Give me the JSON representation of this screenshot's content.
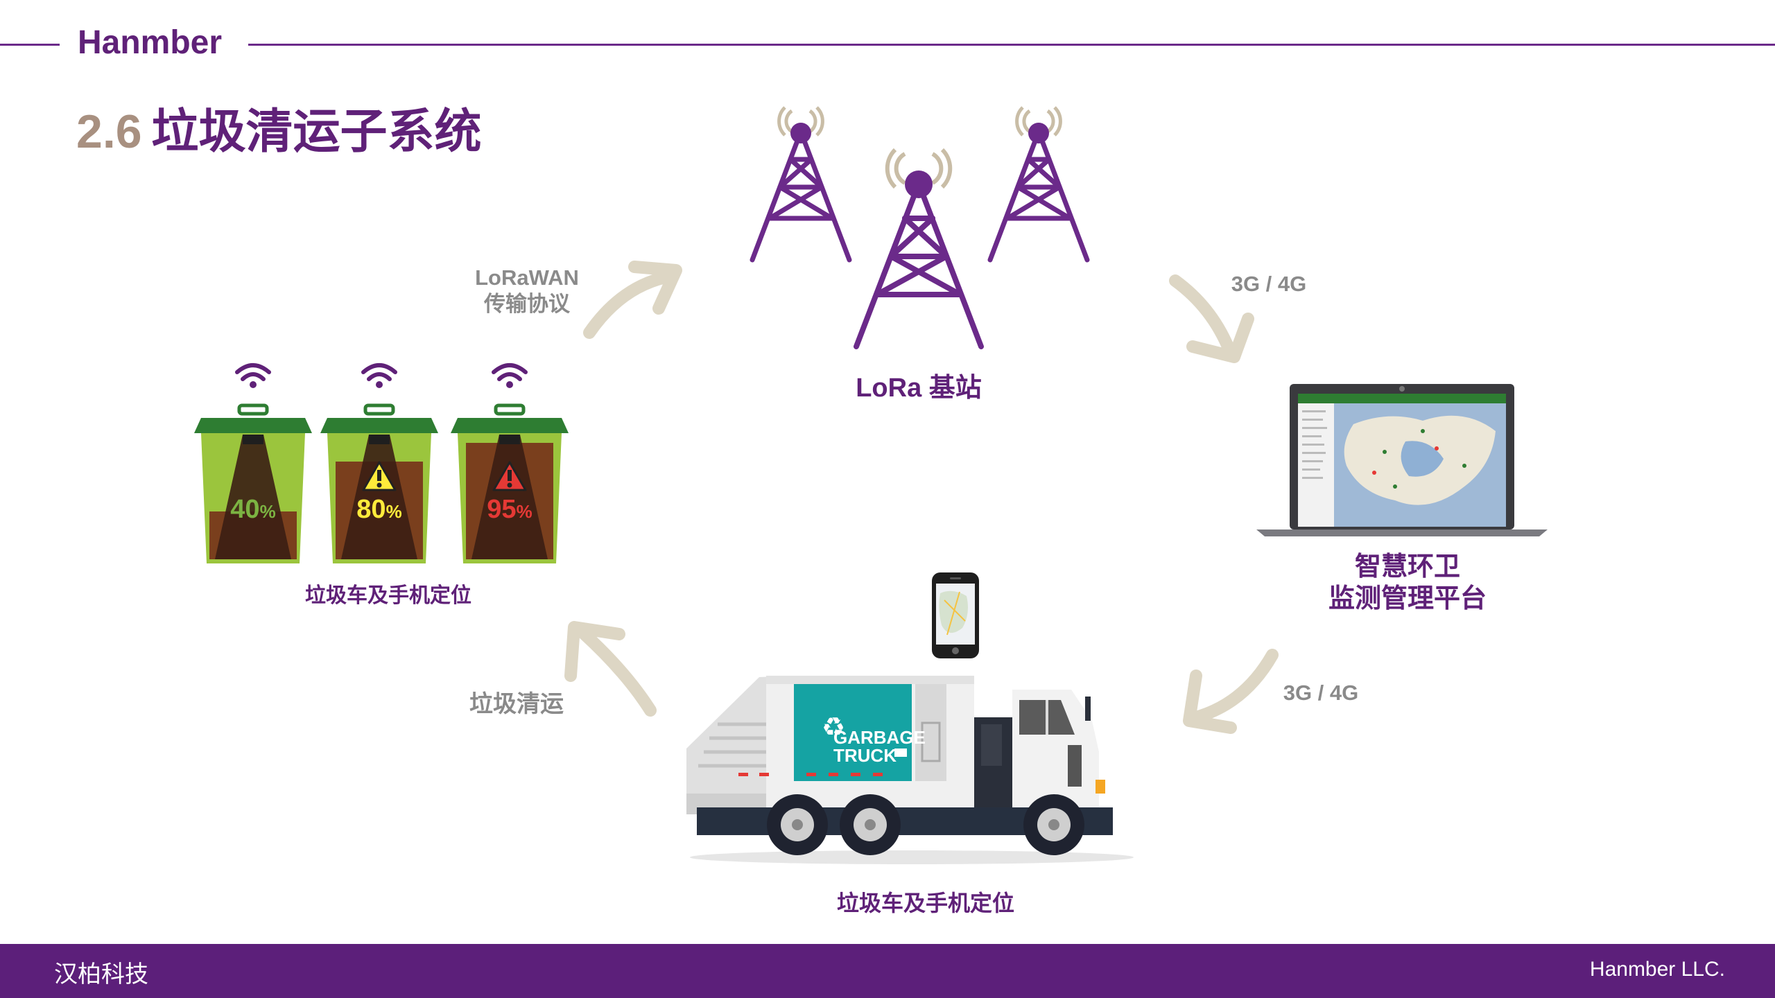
{
  "header": {
    "brand": "Hanmber"
  },
  "slide": {
    "number": "2.6",
    "title": "垃圾清运子系统"
  },
  "nodes": {
    "base_station": "LoRa 基站",
    "platform_line1": "智慧环卫",
    "platform_line2": "监测管理平台",
    "bins_caption": "垃圾车及手机定位",
    "truck_caption": "垃圾车及手机定位"
  },
  "arrows": {
    "lorawan_line1": "LoRaWAN",
    "lorawan_line2": "传输协议",
    "net_top": "3G / 4G",
    "net_bottom": "3G / 4G",
    "collect": "垃圾清运"
  },
  "bins": [
    {
      "fill": "40%",
      "level_text": "40",
      "unit": "%",
      "color": "#7cb342",
      "warning": false
    },
    {
      "fill": "80%",
      "level_text": "80",
      "unit": "%",
      "color": "#ffeb3b",
      "warning": true,
      "warning_color": "#ffeb3b"
    },
    {
      "fill": "95%",
      "level_text": "95",
      "unit": "%",
      "color": "#e53935",
      "warning": true,
      "warning_color": "#e53935"
    }
  ],
  "truck": {
    "line1": "GARBAGE",
    "line2": "TRUCK"
  },
  "footer": {
    "left": "汉柏科技",
    "right": "Hanmber LLC."
  },
  "colors": {
    "purple": "#5f2178",
    "arrow": "#ddd6c4",
    "bin_green": "#9bc53d",
    "lid_green": "#2e7d32"
  }
}
